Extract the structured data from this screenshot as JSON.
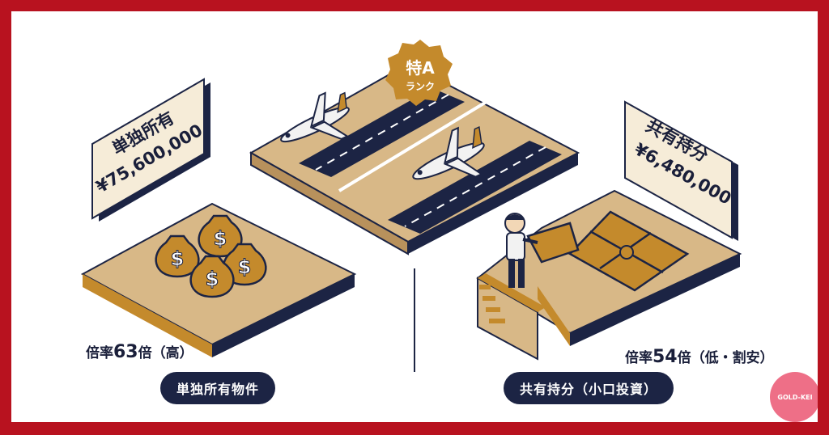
{
  "badge": {
    "line1": "特A",
    "line2": "ランク"
  },
  "left": {
    "sign_line1": "単独所有",
    "sign_line2": "¥75,600,000",
    "rate_prefix": "倍率",
    "rate_value": "63",
    "rate_suffix": "倍（高）",
    "pill": "単独所有物件"
  },
  "right": {
    "sign_line1": "共有持分",
    "sign_line2": "¥6,480,000",
    "rate_prefix": "倍率",
    "rate_value": "54",
    "rate_suffix": "倍（低・割安）",
    "pill": "共有持分（小口投資）"
  },
  "watermark": "GOLD-KEI",
  "colors": {
    "frame": "#b8121f",
    "tan": "#d6b583",
    "navy": "#1c2444",
    "gold": "#c48a2c"
  }
}
